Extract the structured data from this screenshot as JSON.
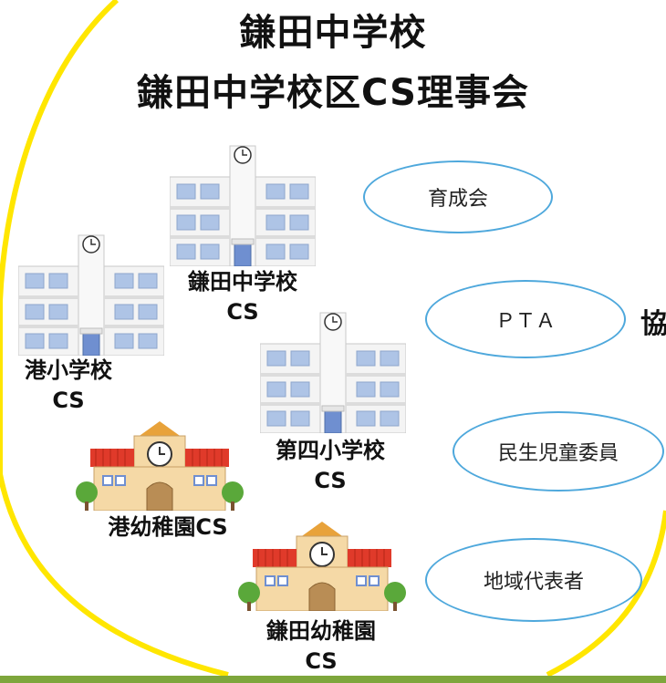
{
  "titles": {
    "line1": "鎌田中学校",
    "line2": "鎌田中学校区CS理事会"
  },
  "schools": [
    {
      "id": "kamata-jhs",
      "label": "鎌田中学校\nCS",
      "kind": "school-building"
    },
    {
      "id": "minato-es",
      "label": "港小学校\nCS",
      "kind": "school-building"
    },
    {
      "id": "daiyon-es",
      "label": "第四小学校\nCS",
      "kind": "school-building"
    },
    {
      "id": "minato-kg",
      "label": "港幼稚園CS",
      "kind": "kindergarten-building"
    },
    {
      "id": "kamata-kg",
      "label": "鎌田幼稚園\nCS",
      "kind": "kindergarten-building"
    }
  ],
  "organizations": [
    {
      "id": "ikuseikai",
      "label": "育成会"
    },
    {
      "id": "pta",
      "label": "ＰＴＡ"
    },
    {
      "id": "minsei",
      "label": "民生児童委員"
    },
    {
      "id": "chiiki",
      "label": "地域代表者"
    }
  ],
  "side_label": "協",
  "colors": {
    "outline": "#ffe600",
    "bubble_border": "#4ea8dc",
    "building_wall": "#f4f4f4",
    "window": "#aec4e6",
    "roof_red": "#e03a2a",
    "kindergarten_wall": "#f5d9a6",
    "tree": "#5aa83a",
    "strip": "#7ea63c"
  }
}
